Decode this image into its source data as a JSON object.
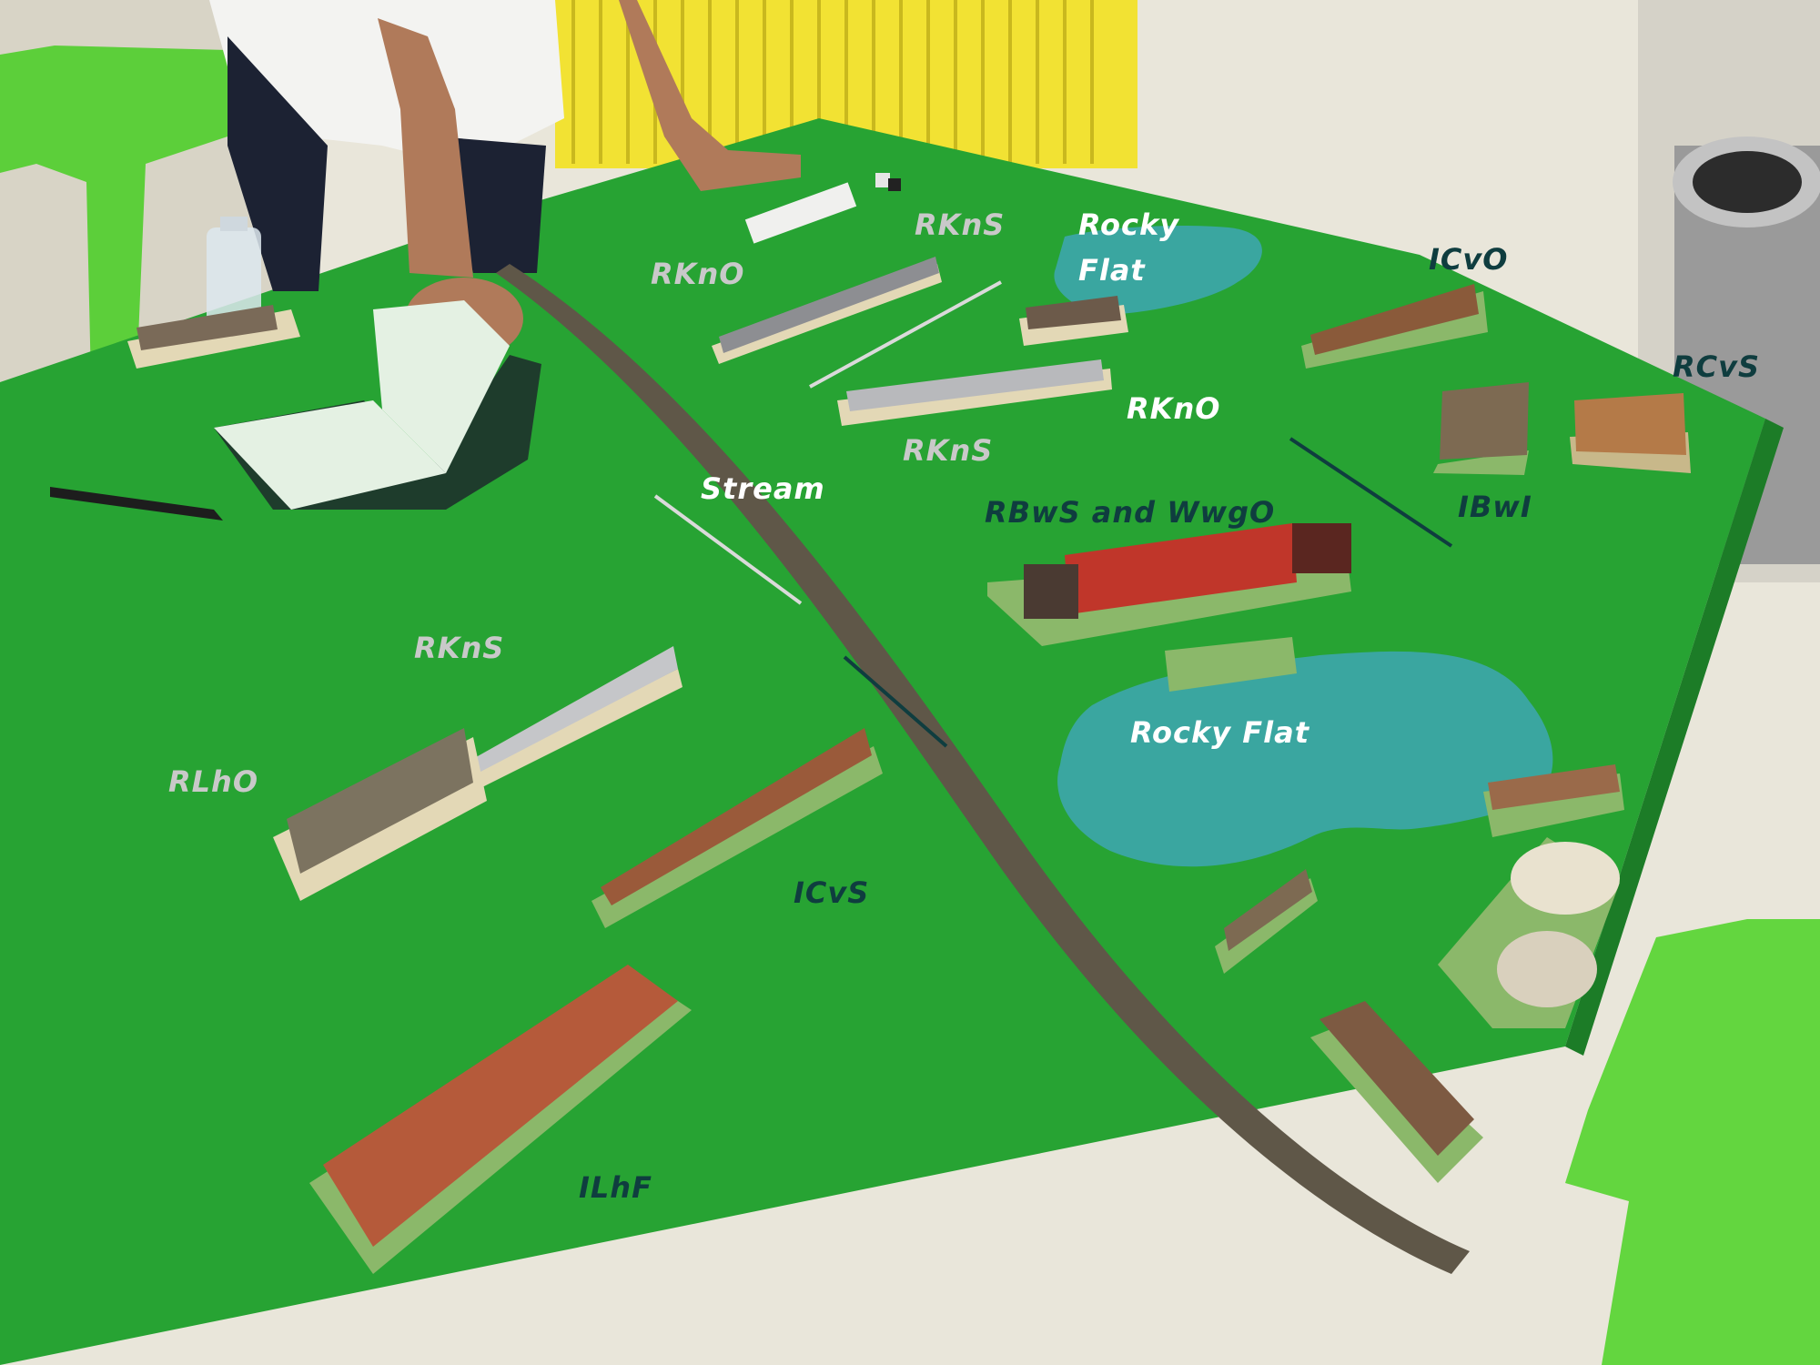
{
  "photo": {
    "subject": "wargame-table",
    "colors": {
      "table": "#27a333",
      "stream": "#5f5748",
      "rocky_flat": "#3aa6a0",
      "friendly_label": "#c9c9c9",
      "terrain_label": "#ffffff",
      "enemy_label": "#0f3d3f"
    }
  },
  "labels": {
    "rkno_top": "RKnO",
    "rkns_top": "RKnS",
    "rocky_flat_top": "Rocky Flat",
    "icvo": "ICvO",
    "rcvs": "RCvS",
    "rkno_mid": "RKnO",
    "rkns_mid": "RKnS",
    "stream": "Stream",
    "rbws_wwgo": "RBwS and WwgO",
    "ibwi": "IBwI",
    "rkns_left": "RKnS",
    "rlho": "RLhO",
    "rocky_flat_right": "Rocky Flat",
    "icvs": "ICvS",
    "ilhf": "ILhF"
  }
}
